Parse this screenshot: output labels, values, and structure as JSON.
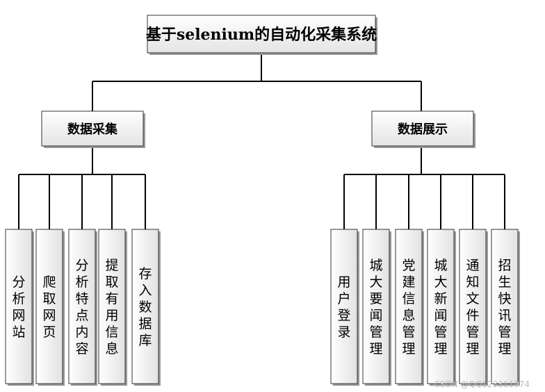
{
  "root": {
    "label": "基于selenium的自动化采集系统"
  },
  "branches": [
    {
      "label": "数据采集",
      "leaves": [
        "分析网站",
        "爬取网页",
        "分析特点内容",
        "提取有用信息",
        "存入数据库"
      ]
    },
    {
      "label": "数据展示",
      "leaves": [
        "用户登录",
        "城大要闻管理",
        "党建信息管理",
        "城大新闻管理",
        "通知文件管理",
        "招生快讯管理"
      ]
    }
  ],
  "watermark": "CSDN @QQ123311974"
}
